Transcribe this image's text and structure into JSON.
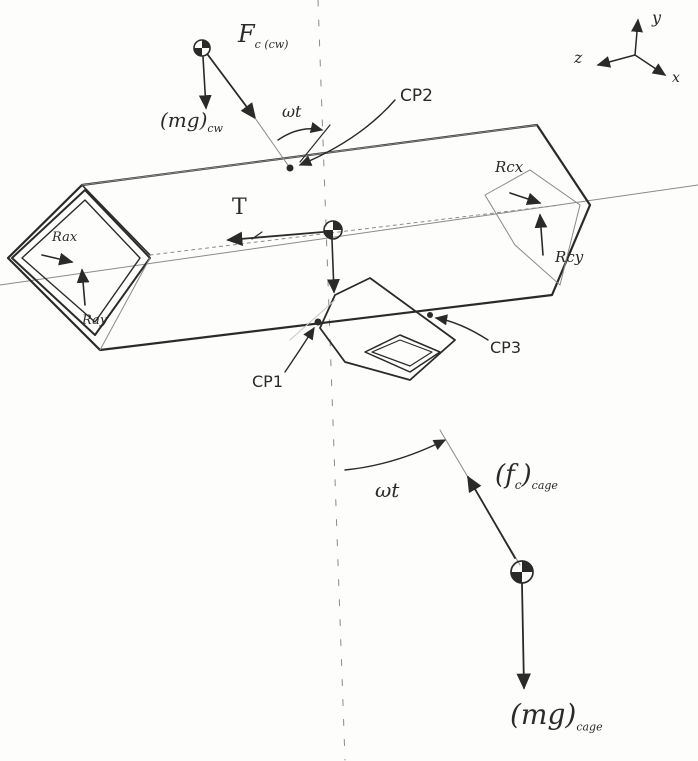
{
  "labels": {
    "fc_cw": "F",
    "fc_cw_sub": "c (cw)",
    "mg_cw": "(mg)",
    "mg_cw_sub": "cw",
    "wt_top": "ωt",
    "cp2": "CP2",
    "t": "T",
    "rax": "Rax",
    "ray": "Ray",
    "rcx": "Rcx",
    "rcy": "Rcy",
    "cp1": "CP1",
    "cp3": "CP3",
    "wt_bottom": "ωt",
    "fc_cage": "(f",
    "fc_cage_sub_c": "c",
    "fc_cage_close": ")",
    "fc_cage_sub": "cage",
    "mg_cage": "(mg)",
    "mg_cage_sub": "cage",
    "axis_y": "y",
    "axis_z": "z",
    "axis_x": "x"
  },
  "colors": {
    "ink": "#2a2a2a",
    "light": "#8a8a8a",
    "paper": "#fdfdfc"
  }
}
